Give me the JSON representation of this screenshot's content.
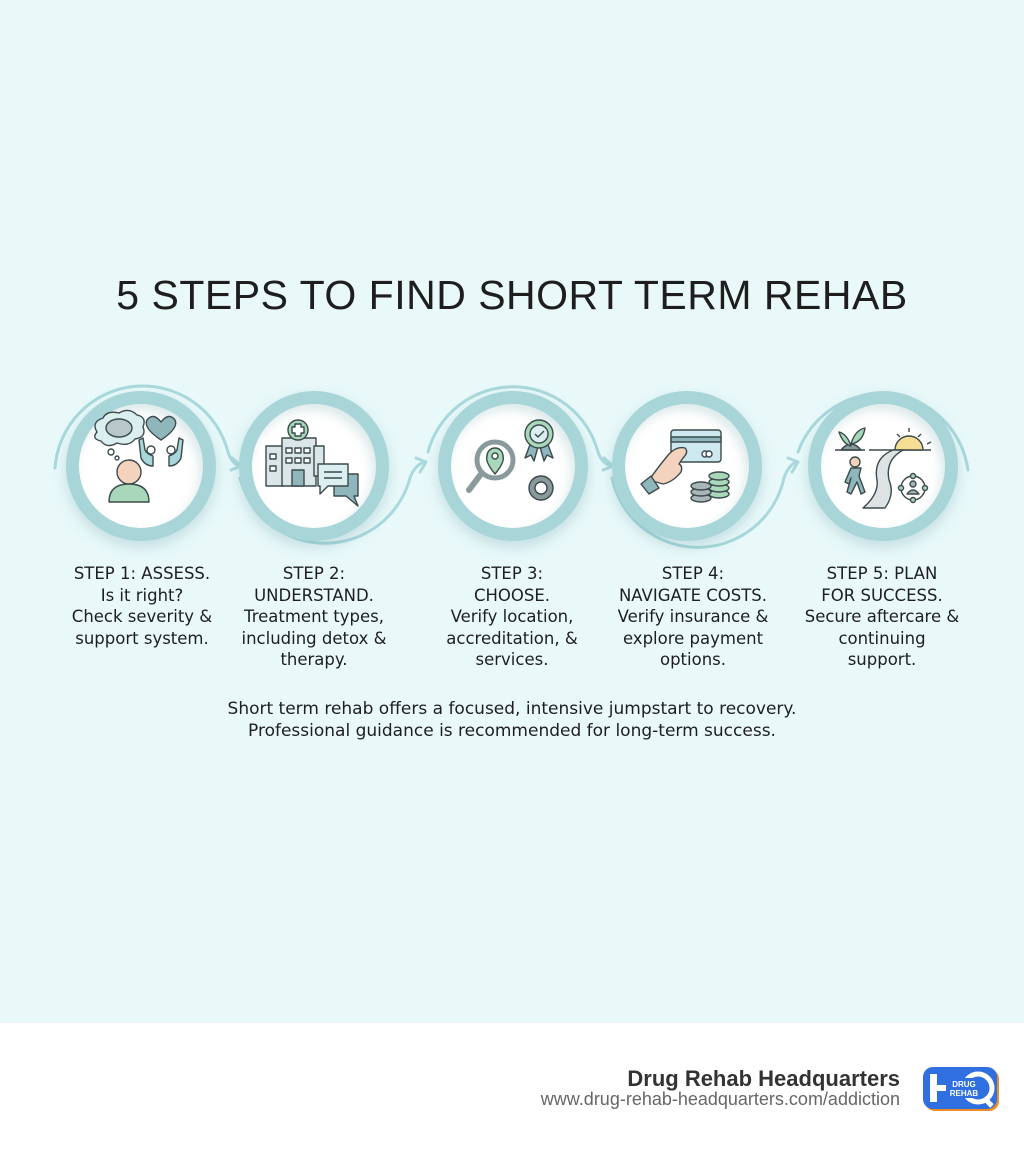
{
  "title": "5 STEPS TO FIND SHORT TERM REHAB",
  "steps": [
    {
      "heading": "STEP 1: ASSESS.",
      "lines": [
        "Is it right?",
        "Check severity &",
        "support system."
      ],
      "icon": "assess-icon (thought-bubble brain, person, hands holding heart)"
    },
    {
      "heading": "STEP 2:",
      "lines": [
        "UNDERSTAND.",
        "Treatment types,",
        "including detox &",
        "therapy."
      ],
      "icon": "hospital-chat-icon (hospital building, speech bubbles)"
    },
    {
      "heading": "STEP 3:",
      "lines": [
        "CHOOSE.",
        "Verify location,",
        "accreditation, &",
        "services."
      ],
      "icon": "search-location-icon (magnifier with pin, award badge, gear)"
    },
    {
      "heading": "STEP 4:",
      "lines": [
        "NAVIGATE COSTS.",
        "Verify insurance &",
        "explore payment",
        "options."
      ],
      "icon": "payment-icon (hand holding credit card, coin stacks)"
    },
    {
      "heading": "STEP 5: PLAN",
      "lines": [
        "FOR SUCCESS.",
        "Secure aftercare &",
        "continuing",
        "support."
      ],
      "icon": "success-path-icon (sprout, sunrise, walking person on path, support network)"
    }
  ],
  "summary": {
    "line1": "Short term rehab offers a focused, intensive jumpstart to recovery.",
    "line2": "Professional guidance is recommended for long-term success."
  },
  "footer": {
    "brand": "Drug Rehab Headquarters",
    "url": "www.drug-rehab-headquarters.com/addiction",
    "logo_text_top": "DRUG",
    "logo_text_bottom": "REHAB",
    "logo_letters": "HQ"
  },
  "colors": {
    "background": "#e9f9fa",
    "ring": "#a7d5d8",
    "arc": "#9fd3d6",
    "text": "#1e1e1e",
    "logo_blue": "#2f6fe0",
    "logo_orange": "#f08a24"
  }
}
